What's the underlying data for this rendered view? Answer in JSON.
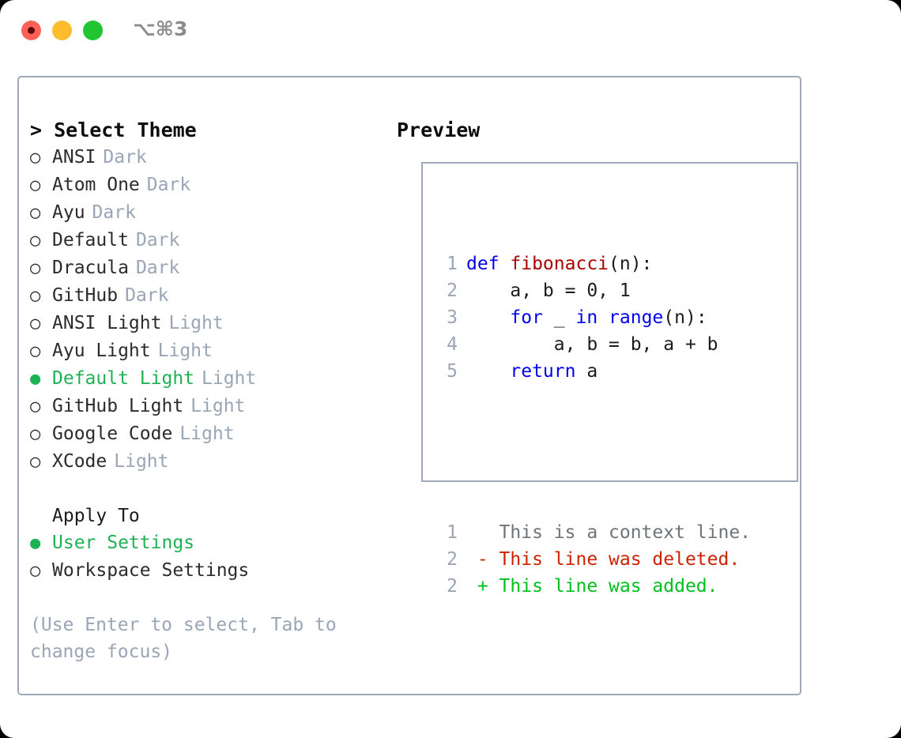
{
  "window": {
    "shortcut": "⌥⌘3",
    "traffic_lights": [
      {
        "name": "close",
        "color": "#ff6159"
      },
      {
        "name": "minimize",
        "color": "#ffbd2e"
      },
      {
        "name": "maximize",
        "color": "#21c531"
      }
    ]
  },
  "colors": {
    "panel_border": "#9fa9ba",
    "selected_green": "#1fb254",
    "muted_gray": "#9aa5b5",
    "keyword_blue": "#0000ee",
    "function_red": "#aa0000",
    "diff_delete_red": "#cc2200",
    "diff_add_green": "#00bf1f"
  },
  "theme_panel": {
    "header": "> Select Theme",
    "bullet_selected": "●",
    "bullet_unselected": "○",
    "themes": [
      {
        "name": "ANSI",
        "tag": "Dark",
        "selected": false
      },
      {
        "name": "Atom One",
        "tag": "Dark",
        "selected": false
      },
      {
        "name": "Ayu",
        "tag": "Dark",
        "selected": false
      },
      {
        "name": "Default",
        "tag": "Dark",
        "selected": false
      },
      {
        "name": "Dracula",
        "tag": "Dark",
        "selected": false
      },
      {
        "name": "GitHub",
        "tag": "Dark",
        "selected": false
      },
      {
        "name": "ANSI Light",
        "tag": "Light",
        "selected": false
      },
      {
        "name": "Ayu Light",
        "tag": "Light",
        "selected": false
      },
      {
        "name": "Default Light",
        "tag": "Light",
        "selected": true
      },
      {
        "name": "GitHub Light",
        "tag": "Light",
        "selected": false
      },
      {
        "name": "Google Code",
        "tag": "Light",
        "selected": false
      },
      {
        "name": "XCode",
        "tag": "Light",
        "selected": false
      }
    ],
    "apply_to": {
      "header": "Apply To",
      "options": [
        {
          "name": "User Settings",
          "selected": true
        },
        {
          "name": "Workspace Settings",
          "selected": false
        }
      ]
    },
    "hint": "(Use Enter to select, Tab to change focus)"
  },
  "preview_panel": {
    "header": "Preview",
    "code_lines": [
      {
        "num": "1",
        "tokens": [
          {
            "t": "def ",
            "c": "kw"
          },
          {
            "t": "fibonacci",
            "c": "fn"
          },
          {
            "t": "(n):",
            "c": "plain"
          }
        ]
      },
      {
        "num": "2",
        "tokens": [
          {
            "t": "    a, b = 0, 1",
            "c": "plain"
          }
        ]
      },
      {
        "num": "3",
        "tokens": [
          {
            "t": "    ",
            "c": "plain"
          },
          {
            "t": "for",
            "c": "kw"
          },
          {
            "t": " _ ",
            "c": "plain"
          },
          {
            "t": "in",
            "c": "kw"
          },
          {
            "t": " ",
            "c": "plain"
          },
          {
            "t": "range",
            "c": "kw"
          },
          {
            "t": "(n):",
            "c": "plain"
          }
        ]
      },
      {
        "num": "4",
        "tokens": [
          {
            "t": "        a, b = b, a + b",
            "c": "plain"
          }
        ]
      },
      {
        "num": "5",
        "tokens": [
          {
            "t": "    ",
            "c": "plain"
          },
          {
            "t": "return",
            "c": "kw"
          },
          {
            "t": " a",
            "c": "plain"
          }
        ]
      }
    ],
    "diff_lines": [
      {
        "num": "1",
        "marker": " ",
        "text": "This is a context line.",
        "kind": "ctx"
      },
      {
        "num": "2",
        "marker": "-",
        "text": "This line was deleted.",
        "kind": "del"
      },
      {
        "num": "2",
        "marker": "+",
        "text": "This line was added.",
        "kind": "add"
      }
    ]
  }
}
